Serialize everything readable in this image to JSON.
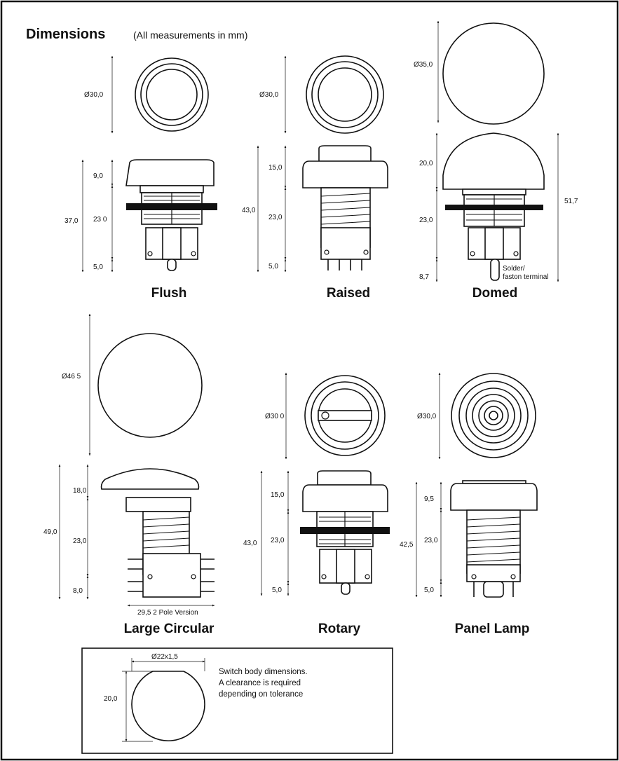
{
  "title": {
    "main": "Dimensions",
    "sub": "(All measurements in mm)"
  },
  "switches": [
    {
      "name": "Flush",
      "top_diameter": "Ø30,0",
      "dims": [
        "9,0",
        "23 0",
        "5,0",
        "37,0"
      ]
    },
    {
      "name": "Raised",
      "top_diameter": "Ø30,0",
      "dims": [
        "15,0",
        "23,0",
        "5,0",
        "43,0"
      ]
    },
    {
      "name": "Domed",
      "top_diameter": "Ø35,0",
      "dims": [
        "20,0",
        "23,0",
        "8,7",
        "51,7"
      ],
      "terminal_note": [
        "Solder/",
        "faston terminal"
      ]
    },
    {
      "name": "Large Circular",
      "top_diameter": "Ø46 5",
      "dims": [
        "18,0",
        "23,0",
        "8,0",
        "49,0"
      ],
      "width_note": "29,5  2 Pole Version"
    },
    {
      "name": "Rotary",
      "top_diameter": "Ø30 0",
      "dims": [
        "15,0",
        "23,0",
        "5,0",
        "43,0"
      ]
    },
    {
      "name": "Panel Lamp",
      "top_diameter": "Ø30,0",
      "dims": [
        "9,5",
        "23,0",
        "5,0",
        "42,5"
      ]
    }
  ],
  "body_box": {
    "width_label": "Ø22x1,5",
    "height_label": "20,0",
    "note": [
      "Switch body dimensions.",
      "A clearance is required",
      "depending on tolerance"
    ]
  },
  "colors": {
    "line": "#111111",
    "background": "#ffffff"
  }
}
